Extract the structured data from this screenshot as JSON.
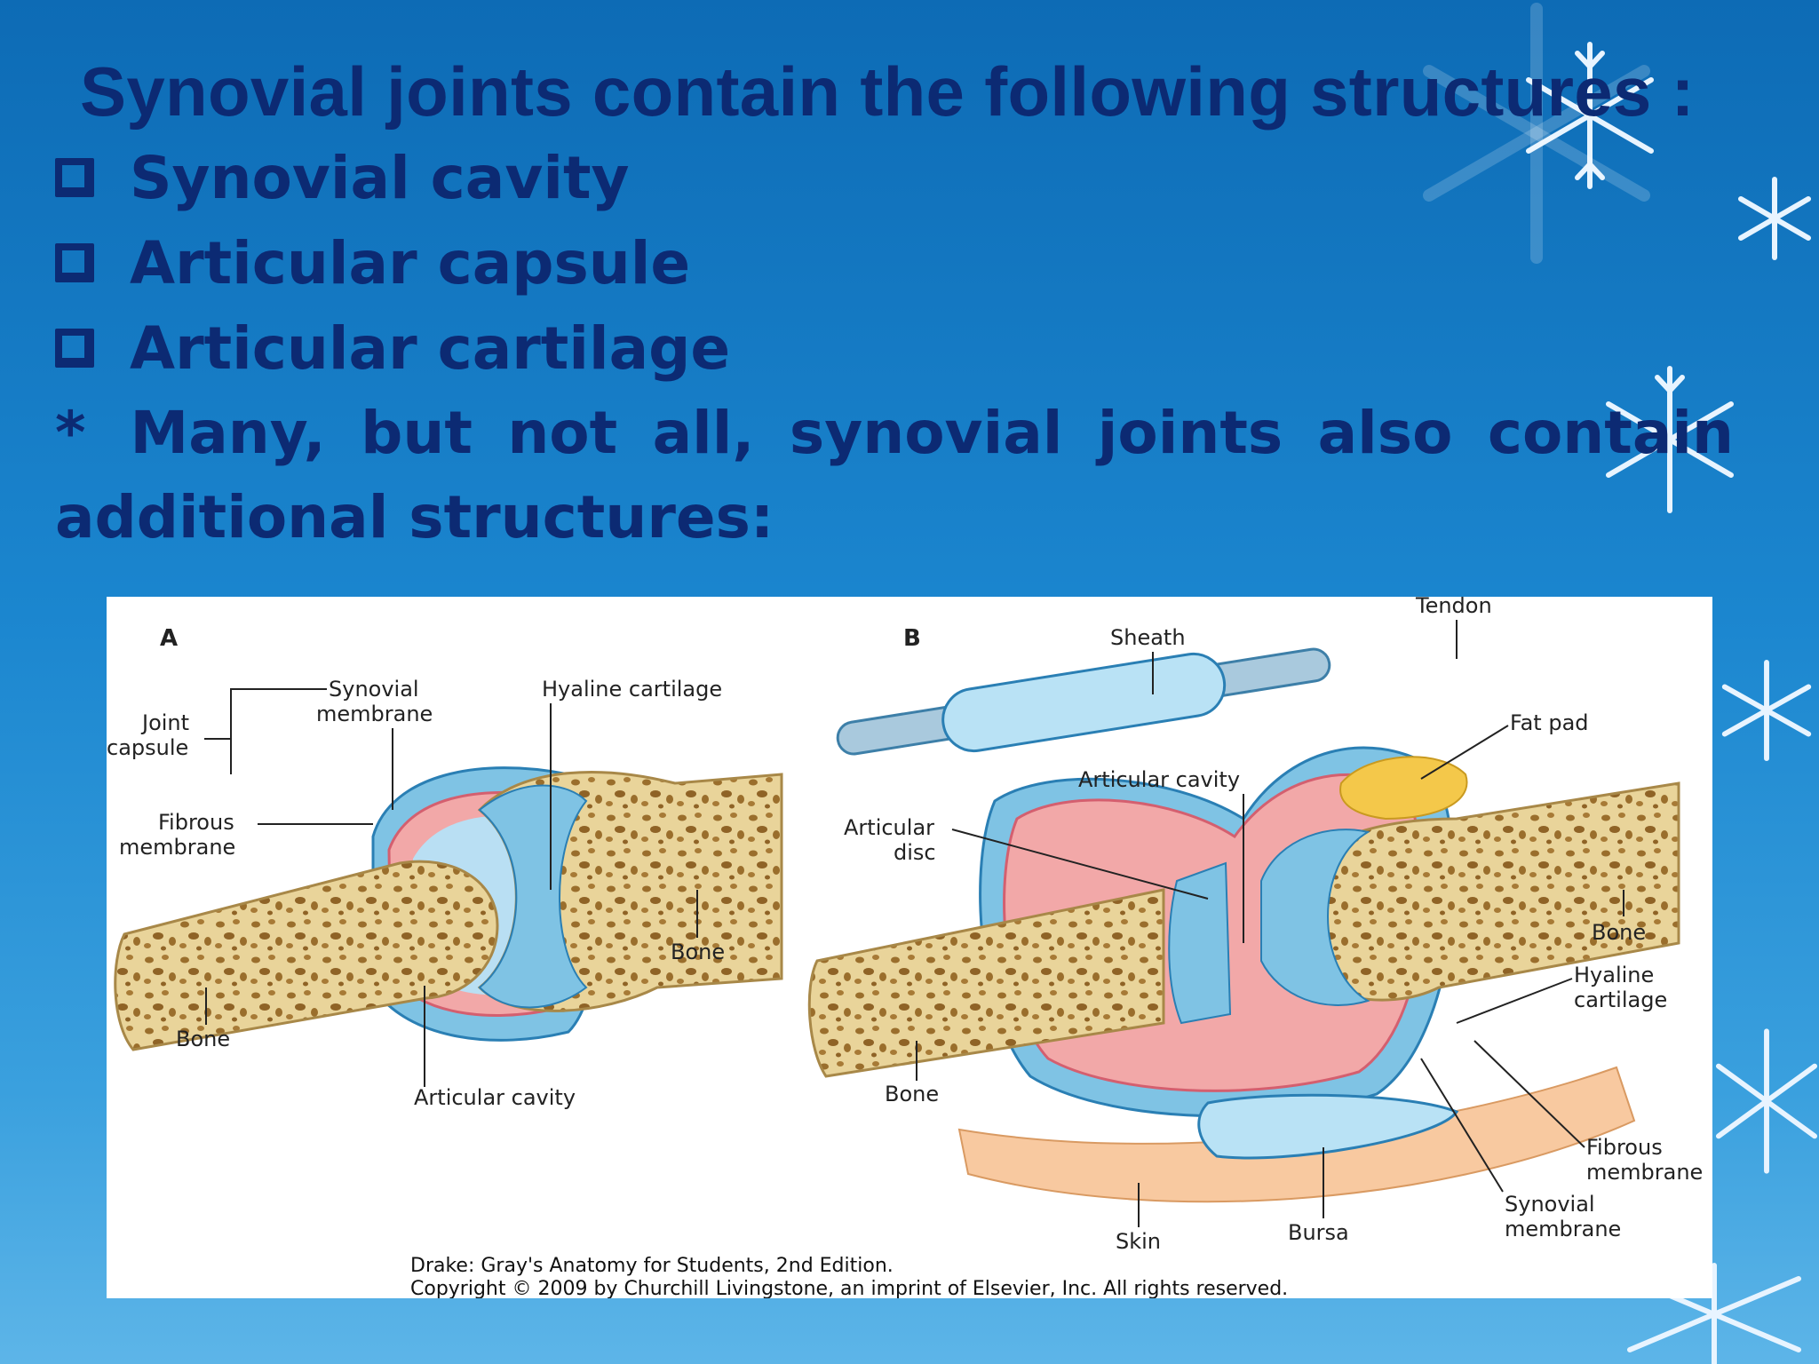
{
  "slide": {
    "title": "Synovial joints contain the following structures :",
    "bullets": [
      {
        "label": "Synovial cavity"
      },
      {
        "label": "Articular capsule"
      },
      {
        "label": "Articular cartilage"
      }
    ],
    "note_star": "*",
    "note": "Many, but not all, synovial joints also contain additional structures:"
  },
  "diagram": {
    "panel_a": {
      "letter": "A",
      "labels": {
        "synovial_membrane_1": "Synovial",
        "synovial_membrane_2": "membrane",
        "joint_capsule_1": "Joint",
        "joint_capsule_2": "capsule",
        "fibrous_membrane_1": "Fibrous",
        "fibrous_membrane_2": "membrane",
        "hyaline_cartilage": "Hyaline cartilage",
        "bone_right": "Bone",
        "bone_left": "Bone",
        "articular_cavity": "Articular cavity"
      }
    },
    "panel_b": {
      "letter": "B",
      "labels": {
        "tendon": "Tendon",
        "sheath": "Sheath",
        "fat_pad": "Fat pad",
        "articular_cavity": "Articular cavity",
        "articular_disc_1": "Articular",
        "articular_disc_2": "disc",
        "bone_right": "Bone",
        "hyaline_cartilage_1": "Hyaline",
        "hyaline_cartilage_2": "cartilage",
        "bone_left": "Bone",
        "fibrous_membrane_1": "Fibrous",
        "fibrous_membrane_2": "membrane",
        "synovial_membrane_1": "Synovial",
        "synovial_membrane_2": "membrane",
        "skin": "Skin",
        "bursa": "Bursa"
      }
    },
    "credit_line_1": "Drake: Gray's Anatomy for Students, 2nd Edition.",
    "credit_line_2": "Copyright © 2009 by Churchill Livingstone, an imprint of Elsevier, Inc. All rights reserved."
  },
  "colors": {
    "text": "#0c2a73",
    "bone": "#e9d49a",
    "capsule": "#7fc3e4",
    "synovial": "#f2a8a8",
    "cartilage": "#a9d8f2",
    "skin": "#f8c9a0",
    "fat": "#f4c84a"
  }
}
